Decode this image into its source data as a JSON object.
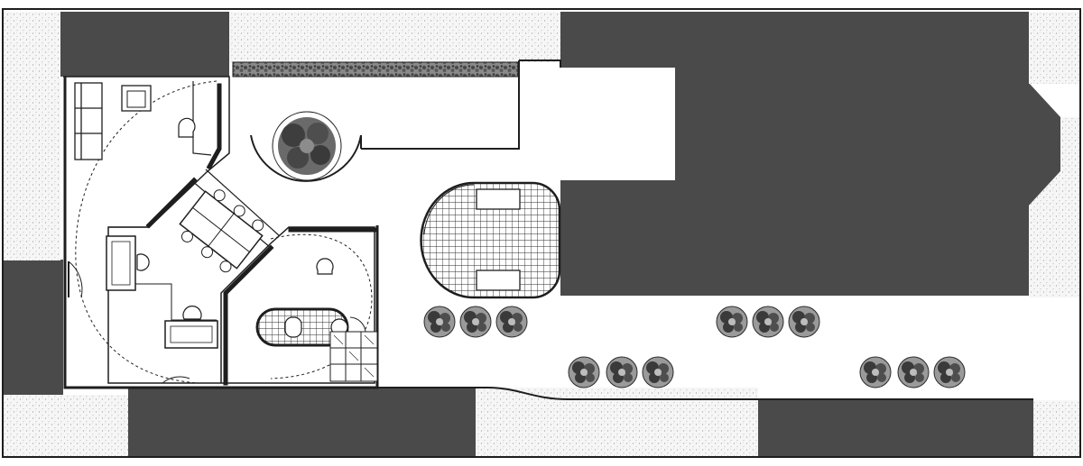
{
  "drawing": {
    "kind": "architectural floor plan",
    "style": "black-and-white ink drawing with stippled surfaces",
    "colors": {
      "paper": "#ffffff",
      "ink": "#1e1e1e",
      "dark_fill": "#4a4a4a",
      "stipple": "#b8b8b8",
      "hedge": "#6a6a6a",
      "tree": "#555555",
      "grid": "#2a2a2a"
    },
    "contents": {
      "trees": 12,
      "planter_tree": 1,
      "desks": 3,
      "sofa_seats": 3,
      "conference_chairs": 6
    }
  }
}
